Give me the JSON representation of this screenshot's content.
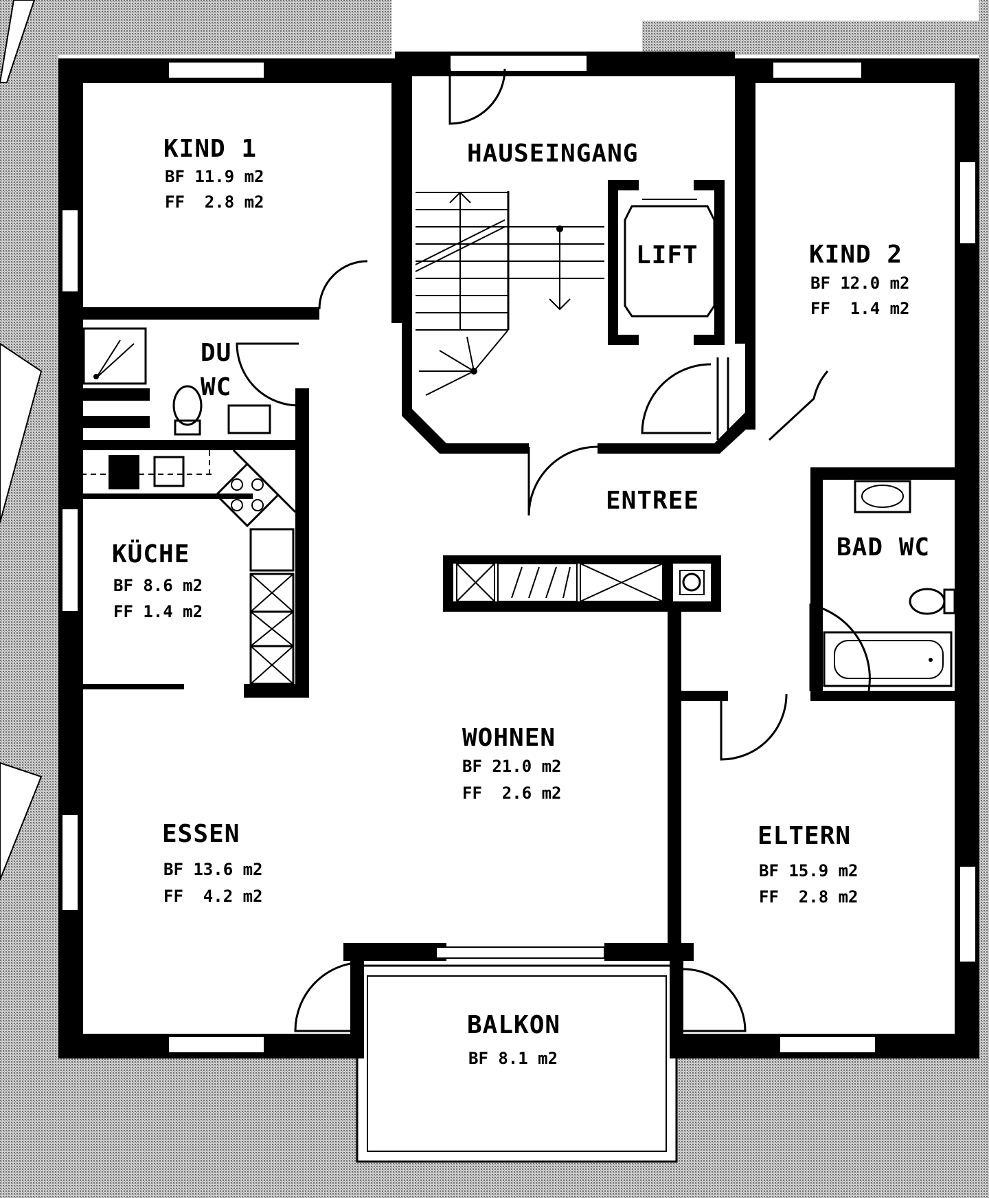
{
  "rooms": {
    "kind1": {
      "name": "KIND 1",
      "bf": "BF 11.9 m2",
      "ff": "FF  2.8 m2"
    },
    "hauseingang": {
      "name": "HAUSEINGANG"
    },
    "lift": {
      "name": "LIFT"
    },
    "kind2": {
      "name": "KIND 2",
      "bf": "BF 12.0 m2",
      "ff": "FF  1.4 m2"
    },
    "duwc": {
      "name_line1": "DU",
      "name_line2": "WC"
    },
    "entree": {
      "name": "ENTREE"
    },
    "bad_wc": {
      "name": "BAD WC"
    },
    "kueche": {
      "name": "KÜCHE",
      "bf": "BF 8.6 m2",
      "ff": "FF 1.4 m2"
    },
    "wohnen": {
      "name": "WOHNEN",
      "bf": "BF 21.0 m2",
      "ff": "FF  2.6 m2"
    },
    "essen": {
      "name": "ESSEN",
      "bf": "BF 13.6 m2",
      "ff": "FF  4.2 m2"
    },
    "eltern": {
      "name": "ELTERN",
      "bf": "BF 15.9 m2",
      "ff": "FF  2.8 m2"
    },
    "balkon": {
      "name": "BALKON",
      "bf": "BF 8.1 m2"
    }
  },
  "colors": {
    "wall": "#000000",
    "background": "#ffffff",
    "hatch": "#9a9a9a"
  }
}
